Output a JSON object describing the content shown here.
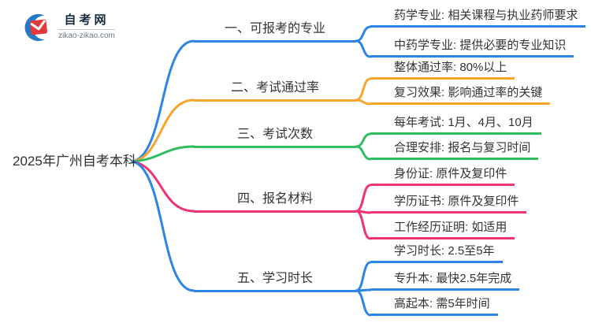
{
  "logo": {
    "title": "自考网",
    "domain": "zikao-zikao.com",
    "icon": "graduation-cap-crescent"
  },
  "root": {
    "label": "2025年广州自考本科"
  },
  "palette": {
    "blue": "#2b84e6",
    "orange": "#f7a52b",
    "green": "#2fbd60",
    "pink": "#ee3472",
    "text": "#333333"
  },
  "branches": [
    {
      "label": "一、可报考的专业",
      "color": "#2b84e6",
      "children": [
        {
          "label": "药学专业: 相关课程与执业药师要求"
        },
        {
          "label": "中药学专业: 提供必要的专业知识"
        }
      ]
    },
    {
      "label": "二、考试通过率",
      "color": "#f7a52b",
      "children": [
        {
          "label": "整体通过率: 80%以上"
        },
        {
          "label": "复习效果: 影响通过率的关键"
        }
      ]
    },
    {
      "label": "三、考试次数",
      "color": "#2fbd60",
      "children": [
        {
          "label": "每年考试: 1月、4月、10月"
        },
        {
          "label": "合理安排: 报名与复习时间"
        }
      ]
    },
    {
      "label": "四、报名材料",
      "color": "#ee3472",
      "children": [
        {
          "label": "身份证: 原件及复印件"
        },
        {
          "label": "学历证书: 原件及复印件"
        },
        {
          "label": "工作经历证明: 如适用"
        }
      ]
    },
    {
      "label": "五、学习时长",
      "color": "#2b84e6",
      "children": [
        {
          "label": "学习时长: 2.5至5年"
        },
        {
          "label": "专升本: 最快2.5年完成"
        },
        {
          "label": "高起本: 需5年时间"
        }
      ]
    }
  ]
}
